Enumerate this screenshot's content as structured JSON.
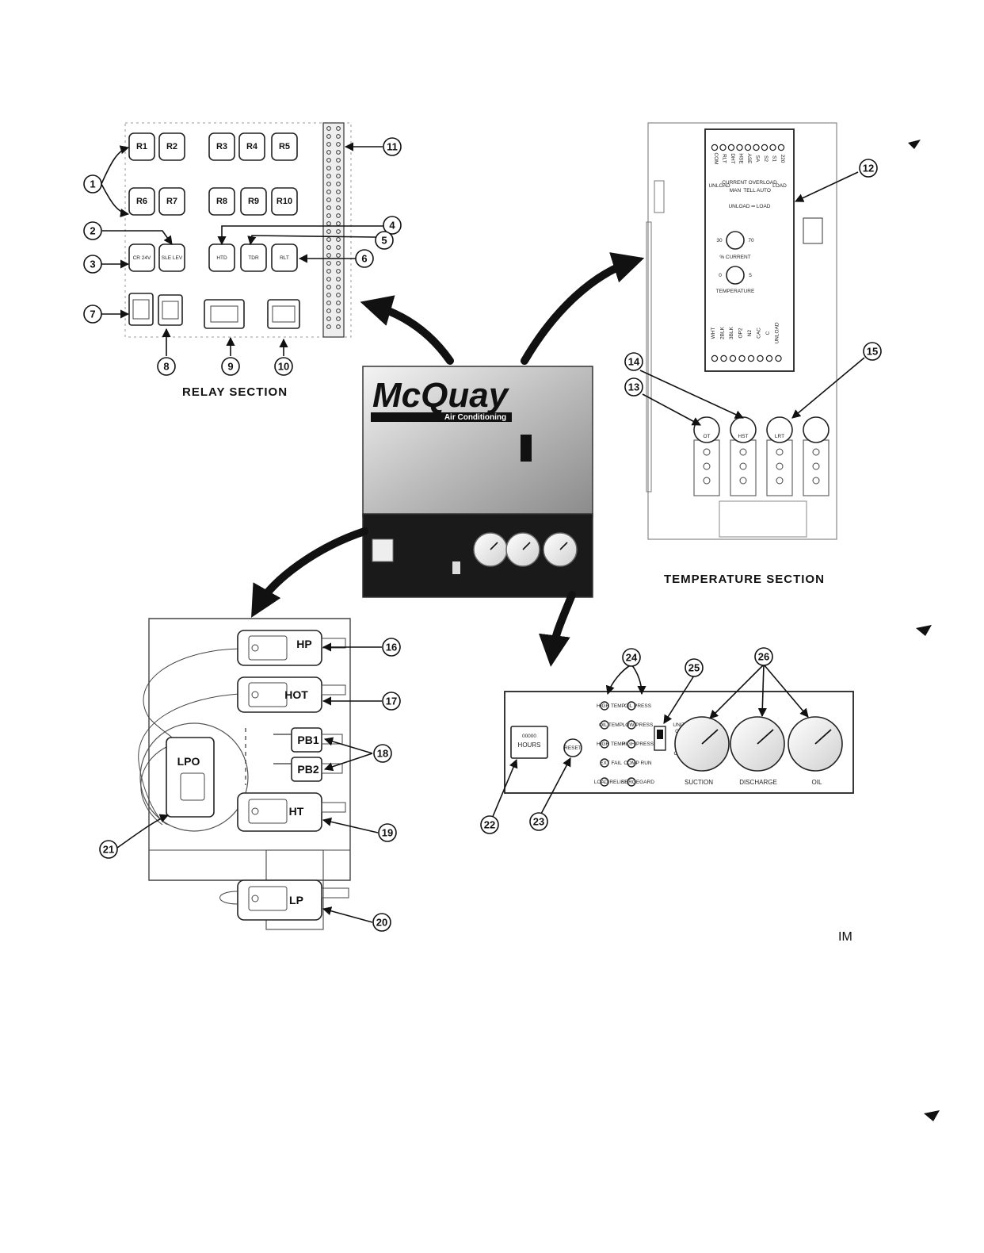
{
  "brand": {
    "name": "McQuay",
    "tagline": "Air Conditioning"
  },
  "doc_code": "IM",
  "relay_section": {
    "title": "RELAY SECTION",
    "relays_row1": [
      "R1",
      "R2",
      "R3",
      "R4",
      "R5"
    ],
    "relays_row2": [
      "R6",
      "R7",
      "R8",
      "R9",
      "R10"
    ],
    "relays_row3": [
      "CR 24V",
      "SLE LEV",
      "HTD",
      "TDR",
      "RLT"
    ]
  },
  "temperature_section": {
    "title": "TEMPERATURE SECTION",
    "terminals_top": [
      "COM",
      "RLT",
      "DHT",
      "HSE",
      "ASE",
      "SA",
      "S2",
      "S1",
      "220"
    ],
    "labels": {
      "unload": "UNLOAD",
      "current_overload": "CURRENT OVERLOAD",
      "man": "MAN",
      "teller": "TELL",
      "auto": "AUTO",
      "load": "LOAD",
      "unload_load": "UNLOAD ═ LOAD"
    },
    "knobs": [
      {
        "label": "% CURRENT",
        "low": "30",
        "high": "70"
      },
      {
        "label": "TEMPERATURE",
        "low": "0",
        "high": "5"
      }
    ],
    "terminals_bottom": [
      "WHT",
      "2BLK",
      "3BLK",
      "OP2",
      "N2",
      "CAC",
      "C",
      "UNLOAD"
    ],
    "sensors": [
      "OT",
      "HST",
      "LRT",
      ""
    ]
  },
  "switch_section": {
    "switches": [
      "HP",
      "HOT",
      "LPO",
      "HT",
      "LP"
    ],
    "pushbuttons": [
      "PB1",
      "PB2"
    ]
  },
  "front_panel": {
    "hour_meter_label": "HOURS",
    "hour_meter_digits": "00000",
    "reset_label": "RESET",
    "lights_left": [
      "HIGH TEMP",
      "OIL TEMP",
      "HIGH TEMP",
      "EXT FAIL",
      "LOAD RELIEF"
    ],
    "lights_right": [
      "OIL PRESS",
      "LOW PRESS",
      "HIGH PRESS",
      "COMP RUN",
      "SURGEGARD"
    ],
    "switch_on": "ON",
    "switch_unit": "UNIT",
    "switch_off": "OFF",
    "gauges": [
      "SUCTION",
      "DISCHARGE",
      "OIL"
    ]
  },
  "callouts": [
    "1",
    "2",
    "3",
    "4",
    "5",
    "6",
    "7",
    "8",
    "9",
    "10",
    "11",
    "12",
    "13",
    "14",
    "15",
    "16",
    "17",
    "18",
    "19",
    "20",
    "21",
    "22",
    "23",
    "24",
    "25",
    "26"
  ]
}
